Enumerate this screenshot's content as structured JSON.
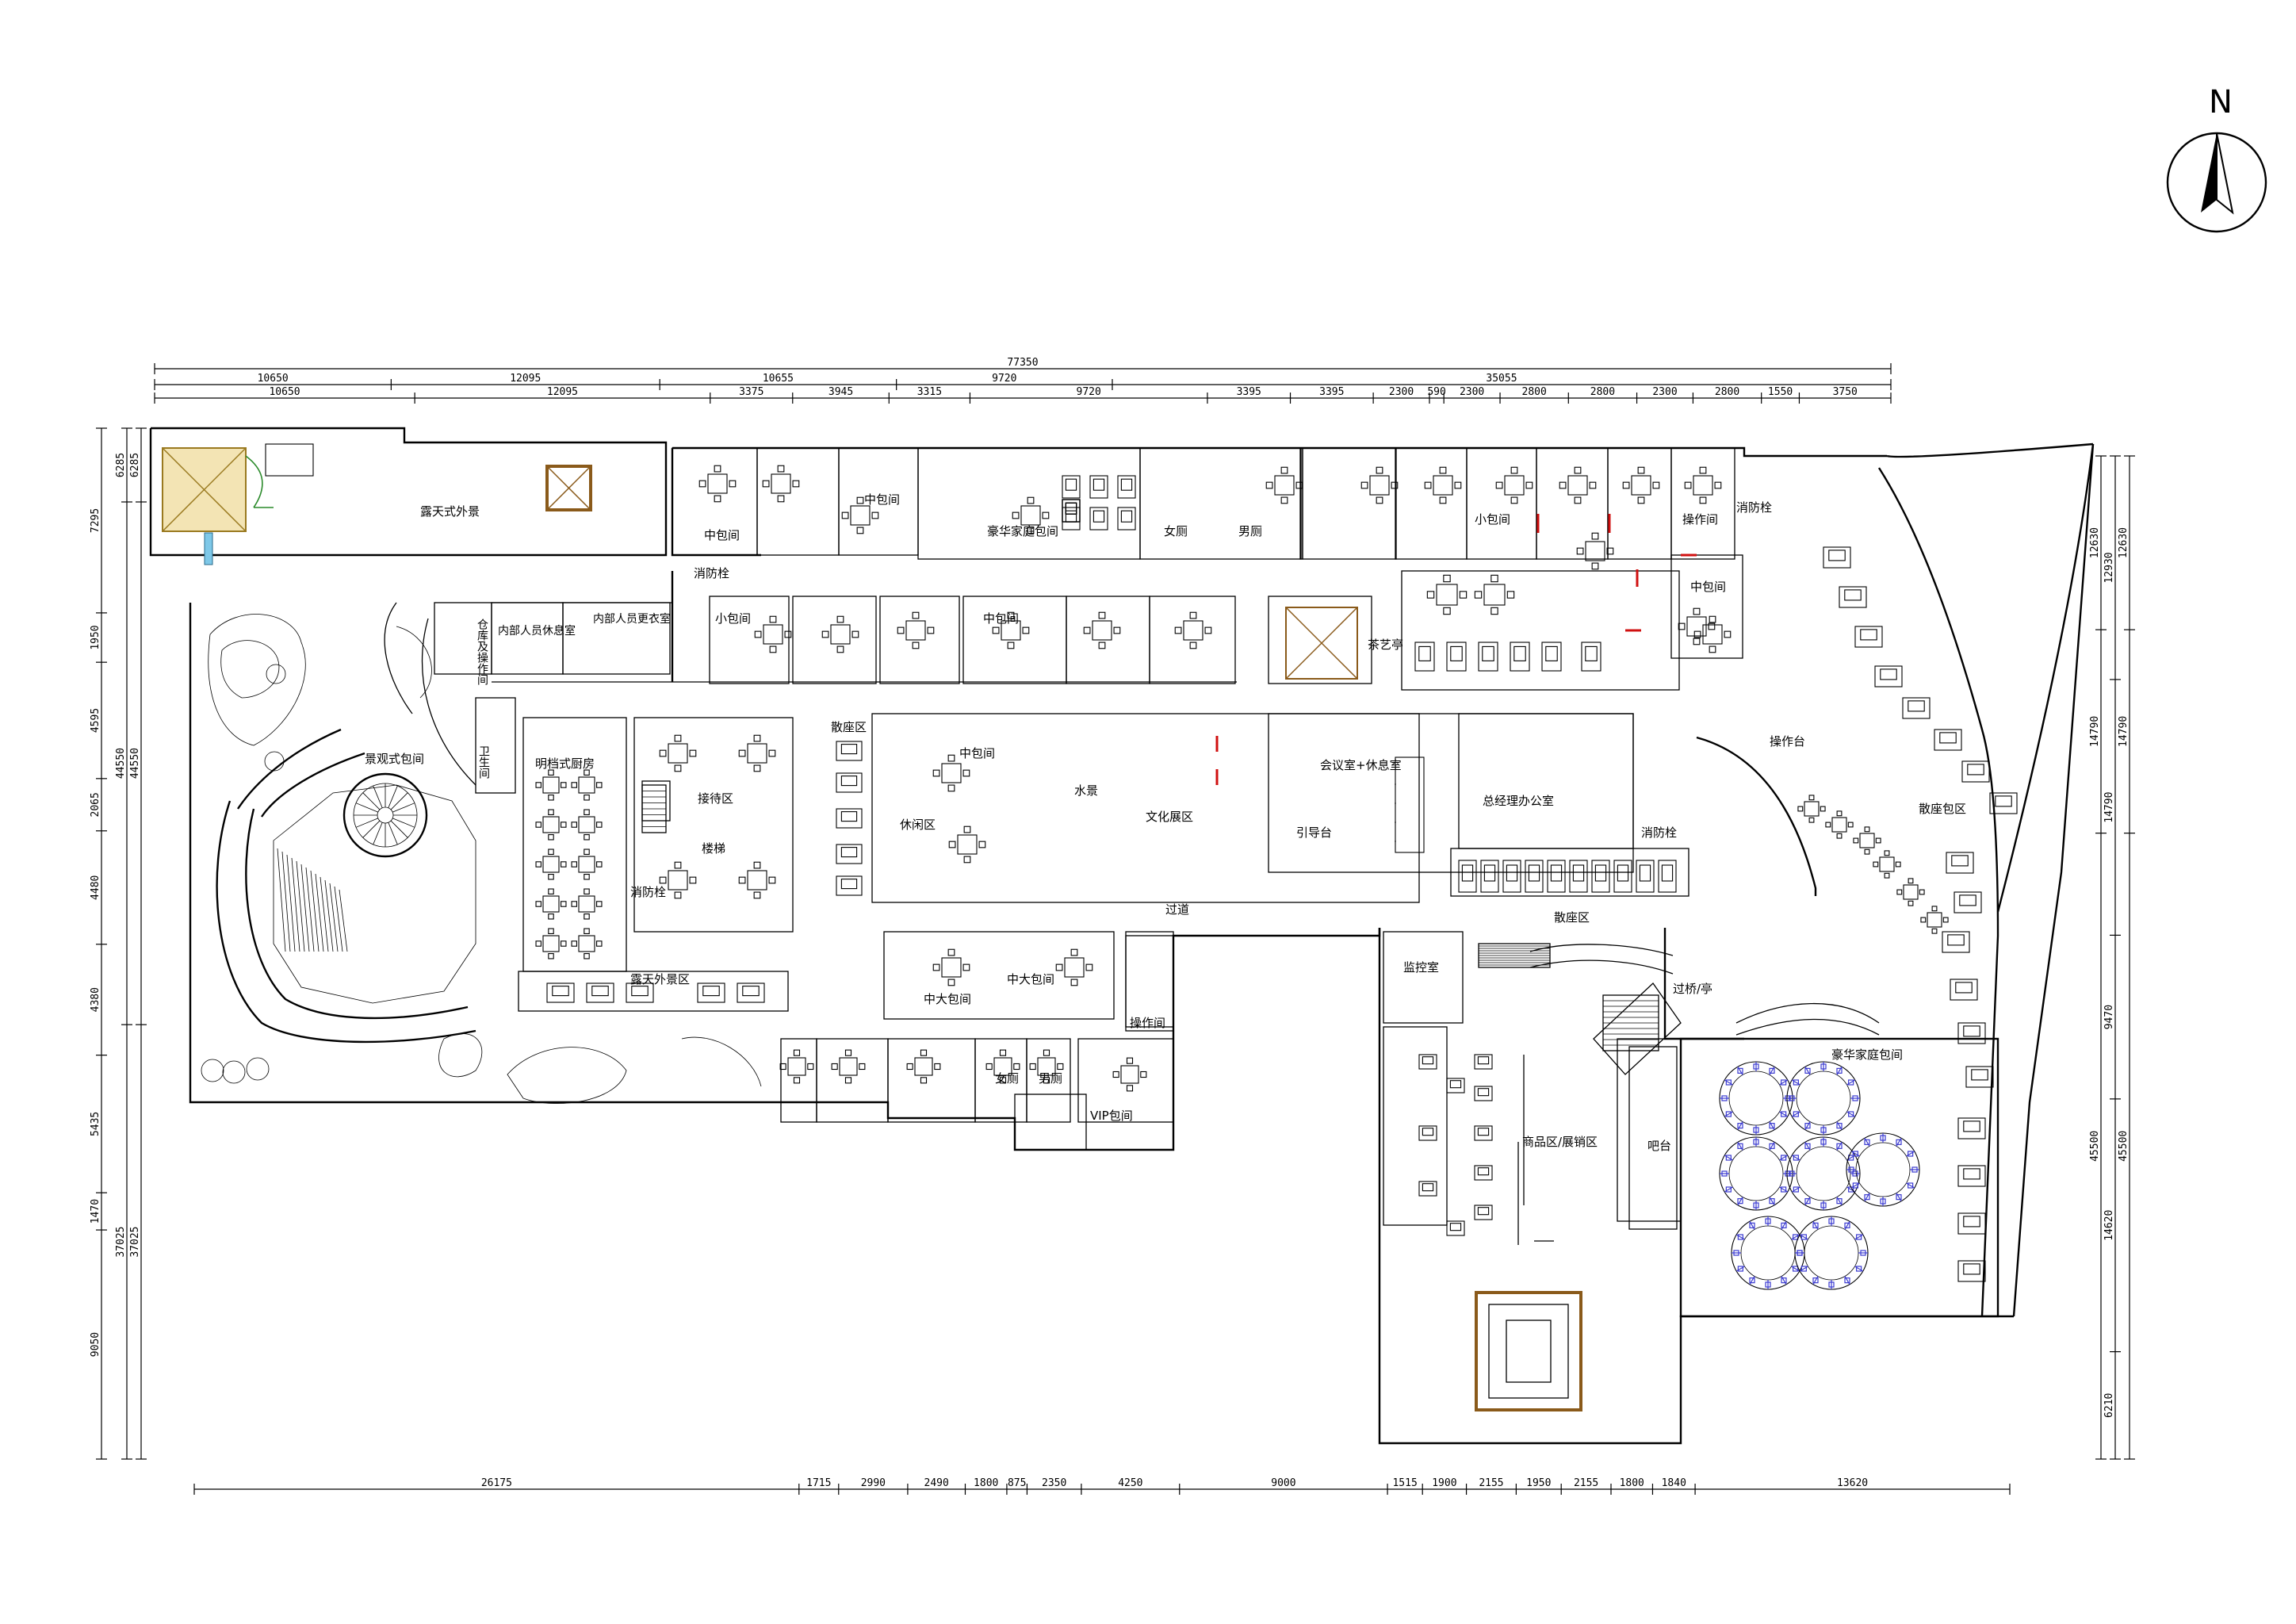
{
  "compass": {
    "label": "N"
  },
  "dims_top_total": "77350",
  "dims_top_row1": [
    "10650",
    "12095",
    "10655",
    "9720",
    "35055"
  ],
  "dims_top_row2": [
    "10650",
    "12095",
    "3375",
    "3945",
    "3315",
    "9720",
    "3395",
    "3395",
    "2300",
    "590",
    "2300",
    "2800",
    "2800",
    "2300",
    "2800",
    "1550",
    "3750"
  ],
  "dims_bottom": [
    "26175",
    "1715",
    "2990",
    "2490",
    "1800",
    "875",
    "2350",
    "4250",
    "9000",
    "1515",
    "1900",
    "2155",
    "1950",
    "2155",
    "1800",
    "1840",
    "13620"
  ],
  "dims_left_outer": [
    "7295",
    "1950",
    "4595",
    "2065",
    "4480",
    "4380",
    "5435",
    "1470",
    "9050"
  ],
  "dims_left_mid": [
    "6285",
    "44550",
    "37025"
  ],
  "dims_right_outer": [
    "12930",
    "14790",
    "9470",
    "14620",
    "6210"
  ],
  "dims_right_mid": [
    "12630",
    "14790",
    "45500"
  ],
  "rooms": [
    {
      "id": "outdoor-bbq",
      "text": "露天式外景"
    },
    {
      "id": "corridor-small-mid",
      "text": "中包间"
    },
    {
      "id": "corridor-mid-b",
      "text": "中包间"
    },
    {
      "id": "banquet-room",
      "text": "豪华家庭包间"
    },
    {
      "id": "lady-wc",
      "text": "女厕"
    },
    {
      "id": "men-wc",
      "text": "男厕"
    },
    {
      "id": "small-room-a",
      "text": "小包间"
    },
    {
      "id": "ops-room-a",
      "text": "操作间"
    },
    {
      "id": "fire-stair-a",
      "text": "消防栓"
    },
    {
      "id": "mid-room-c",
      "text": "中包间"
    },
    {
      "id": "fire-stair-b",
      "text": "消防栓"
    },
    {
      "id": "warehouse",
      "text": "仓库及操作间"
    },
    {
      "id": "staff-rest",
      "text": "内部人员休息室"
    },
    {
      "id": "staff-change",
      "text": "内部人员更衣室"
    },
    {
      "id": "small-room-b",
      "text": "小包间"
    },
    {
      "id": "mid-room-d",
      "text": "中包间"
    },
    {
      "id": "tea-pavilion",
      "text": "茶艺亭"
    },
    {
      "id": "dining-a",
      "text": "散座区"
    },
    {
      "id": "mid-room-e",
      "text": "中包间"
    },
    {
      "id": "water-feature",
      "text": "水景"
    },
    {
      "id": "culture-area",
      "text": "文化展区"
    },
    {
      "id": "meeting-room",
      "text": "会议室+休息室"
    },
    {
      "id": "manager-office",
      "text": "总经理办公室"
    },
    {
      "id": "hallway-a",
      "text": "消防栓"
    },
    {
      "id": "guide-desk",
      "text": "引导台"
    },
    {
      "id": "lobby-area",
      "text": "休闲区"
    },
    {
      "id": "reception",
      "text": "接待区"
    },
    {
      "id": "fire-c",
      "text": "消防栓"
    },
    {
      "id": "stair",
      "text": "楼梯"
    },
    {
      "id": "washroom",
      "text": "卫生间"
    },
    {
      "id": "open-kitchen",
      "text": "明档式厨房"
    },
    {
      "id": "garden-room",
      "text": "景观式包间"
    },
    {
      "id": "outdoor-view",
      "text": "露天外景区"
    },
    {
      "id": "corridor",
      "text": "过道"
    },
    {
      "id": "dining-b",
      "text": "散座区"
    },
    {
      "id": "big-room-a",
      "text": "中大包间"
    },
    {
      "id": "big-room-b",
      "text": "中大包间"
    },
    {
      "id": "ops-room-b",
      "text": "操作间"
    },
    {
      "id": "lady-wc-b",
      "text": "女厕"
    },
    {
      "id": "men-wc-b",
      "text": "男厕"
    },
    {
      "id": "vip-room",
      "text": "VIP包间"
    },
    {
      "id": "monitor",
      "text": "监控室"
    },
    {
      "id": "retail",
      "text": "商品区/展销区"
    },
    {
      "id": "bridge",
      "text": "过桥/亭"
    },
    {
      "id": "bar",
      "text": "吧台"
    },
    {
      "id": "ops-counter",
      "text": "操作台"
    },
    {
      "id": "dining-c",
      "text": "散座包区"
    },
    {
      "id": "hotpot-hall",
      "text": "豪华家庭包间"
    }
  ]
}
